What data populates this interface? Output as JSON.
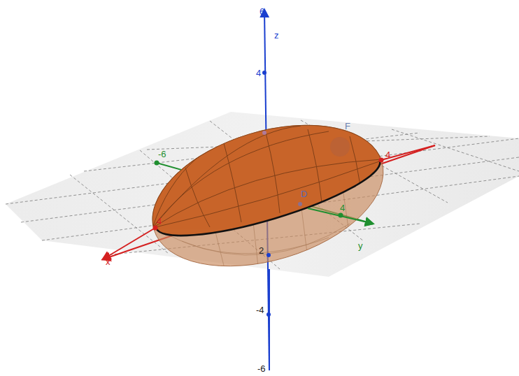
{
  "diagram": {
    "labels": [
      "6",
      "z",
      "4",
      "-6",
      "F",
      "4",
      "D",
      "4",
      "y",
      "x",
      "4",
      "2",
      "-4",
      "-6"
    ]
  }
}
